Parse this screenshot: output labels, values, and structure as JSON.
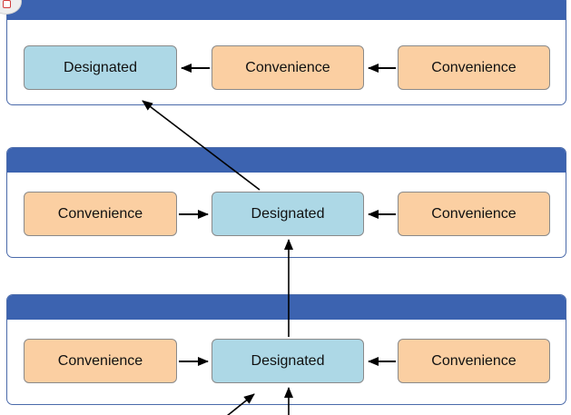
{
  "tiers": [
    {
      "nodes": [
        {
          "label": "Designated",
          "kind": "designated"
        },
        {
          "label": "Convenience",
          "kind": "convenience"
        },
        {
          "label": "Convenience",
          "kind": "convenience"
        }
      ]
    },
    {
      "nodes": [
        {
          "label": "Convenience",
          "kind": "convenience"
        },
        {
          "label": "Designated",
          "kind": "designated"
        },
        {
          "label": "Convenience",
          "kind": "convenience"
        }
      ]
    },
    {
      "nodes": [
        {
          "label": "Convenience",
          "kind": "convenience"
        },
        {
          "label": "Designated",
          "kind": "designated"
        },
        {
          "label": "Convenience",
          "kind": "convenience"
        }
      ]
    }
  ],
  "colors": {
    "header": "#3c63b0",
    "designated": "#add8e6",
    "convenience": "#fbcfa2",
    "arrow": "#000000"
  }
}
